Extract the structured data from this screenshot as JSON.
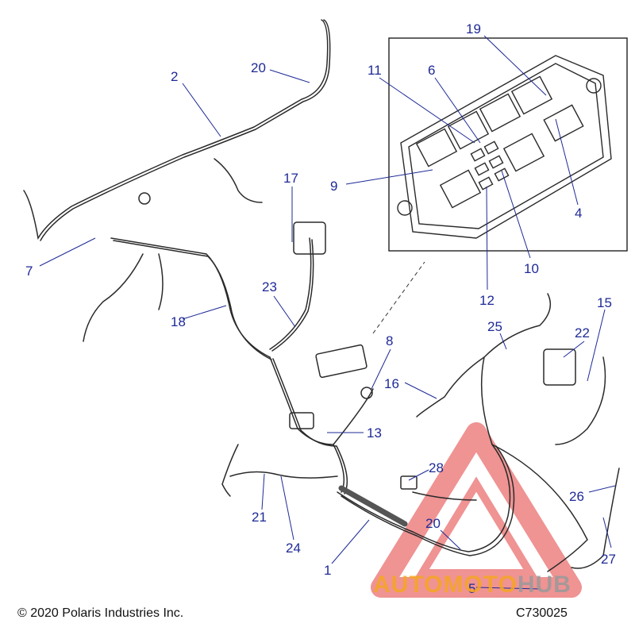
{
  "diagram": {
    "callouts": [
      "1",
      "2",
      "4",
      "5",
      "6",
      "7",
      "8",
      "9",
      "10",
      "11",
      "12",
      "13",
      "15",
      "16",
      "17",
      "18",
      "19",
      "20",
      "20",
      "21",
      "22",
      "23",
      "24",
      "25",
      "26",
      "27",
      "28"
    ],
    "copyright": "© 2020 Polaris Industries Inc.",
    "figure_code": "C730025",
    "watermark": {
      "part1": "AUTOMOTO",
      "part2": "HUB"
    },
    "colors": {
      "callout": "#1e2a96",
      "line": "#2a2a2a",
      "watermark_red": "#e23b3b",
      "watermark_orange": "#f5a623"
    }
  }
}
